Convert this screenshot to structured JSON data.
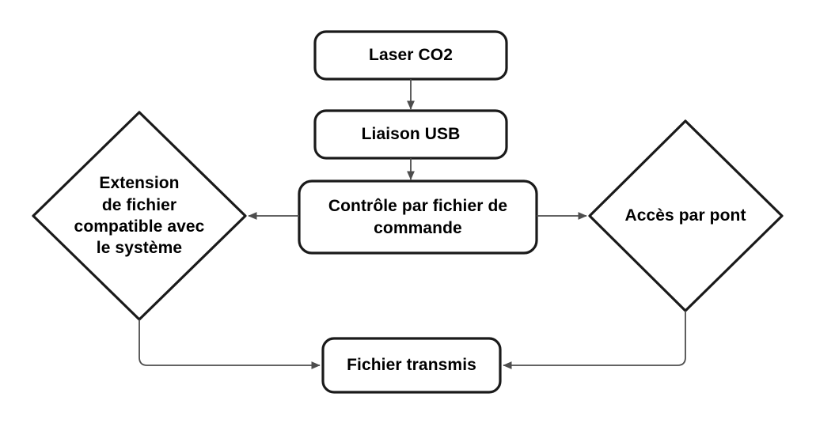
{
  "diagram": {
    "type": "flowchart",
    "title": "Laser CO2 file transfer flowchart",
    "colors": {
      "node_stroke": "#1a1a1a",
      "node_fill": "#ffffff",
      "connector": "#4d4d4d",
      "arrowhead": "#4d4d4d",
      "text": "#000000",
      "background": "#ffffff"
    },
    "nodes": [
      {
        "id": "laser-co2",
        "shape": "rounded-rectangle",
        "label": "Laser CO2"
      },
      {
        "id": "liaison-usb",
        "shape": "rounded-rectangle",
        "label": "Liaison USB"
      },
      {
        "id": "controle-fichier-commande",
        "shape": "rounded-rectangle",
        "label": "Contrôle par fichier de\ncommande"
      },
      {
        "id": "extension-fichier-compatible",
        "shape": "diamond",
        "label": "Extension\nde fichier\ncompatible avec\nle système"
      },
      {
        "id": "acces-par-pont",
        "shape": "diamond",
        "label": "Accès par pont"
      },
      {
        "id": "fichier-transmis",
        "shape": "rounded-rectangle",
        "label": "Fichier transmis"
      }
    ],
    "edges": [
      {
        "id": "edge-laser-to-usb",
        "from": "laser-co2",
        "to": "liaison-usb",
        "label": "",
        "direction": "down"
      },
      {
        "id": "edge-usb-to-controle",
        "from": "liaison-usb",
        "to": "controle-fichier-commande",
        "label": "",
        "direction": "down"
      },
      {
        "id": "edge-controle-to-extension",
        "from": "controle-fichier-commande",
        "to": "extension-fichier-compatible",
        "label": "",
        "direction": "left"
      },
      {
        "id": "edge-controle-to-acces",
        "from": "controle-fichier-commande",
        "to": "acces-par-pont",
        "label": "",
        "direction": "right"
      },
      {
        "id": "edge-extension-to-fichier",
        "from": "extension-fichier-compatible",
        "to": "fichier-transmis",
        "label": "",
        "direction": "down-right"
      },
      {
        "id": "edge-acces-to-fichier",
        "from": "acces-par-pont",
        "to": "fichier-transmis",
        "label": "",
        "direction": "down-left"
      }
    ]
  }
}
